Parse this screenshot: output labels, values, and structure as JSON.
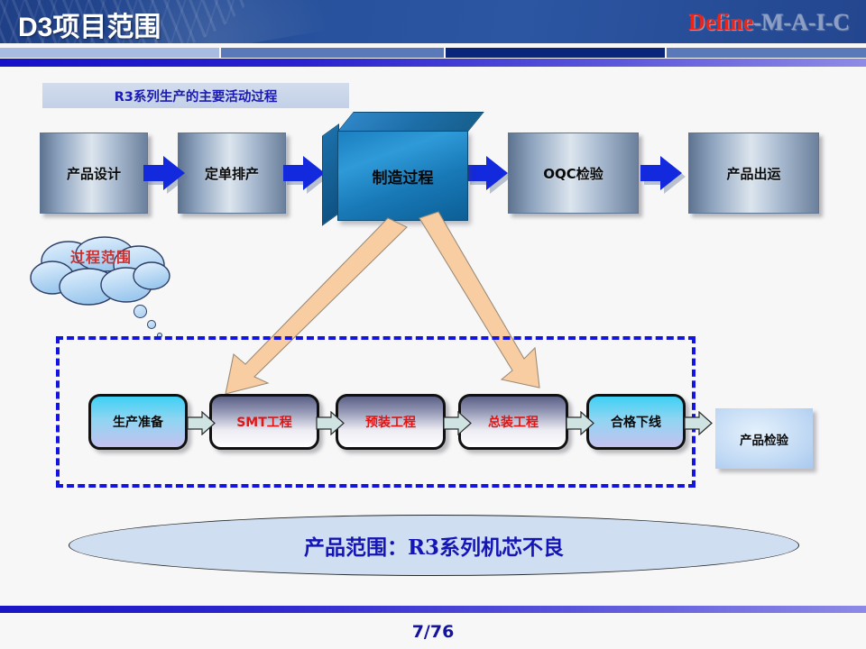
{
  "header": {
    "title": "D3项目范围",
    "maic_primary": "Define",
    "maic_rest": "-M-A-I-C",
    "accent_red": "#e8251b",
    "header_blue": "#27519c"
  },
  "subtitle": {
    "text": "R3系列生产的主要活动过程"
  },
  "top_flow": {
    "boxes": [
      {
        "label": "产品设计"
      },
      {
        "label": "定单排产"
      },
      {
        "label": "OQC检验"
      },
      {
        "label": "产品出运"
      }
    ],
    "center_process": {
      "label": "制造过程"
    },
    "arrow_icon": "right-chevron-arrow-icon",
    "arrow_color": "#1229dd"
  },
  "callout": {
    "label": "过程范围",
    "text_color": "#c83232",
    "icon": "thought-cloud-icon"
  },
  "scope_region": {
    "border_color": "#1414e0",
    "border_style": "dashed",
    "steps": [
      {
        "label": "生产准备",
        "style": "cyan"
      },
      {
        "label": "SMT工程",
        "style": "grey"
      },
      {
        "label": "预装工程",
        "style": "grey"
      },
      {
        "label": "总装工程",
        "style": "grey"
      },
      {
        "label": "合格下线",
        "style": "cyan"
      }
    ],
    "connector_icon": "pale-chevron-arrow-icon",
    "external_box": {
      "label": "产品检验"
    }
  },
  "diagonal_arrows": {
    "color": "#f7c79a",
    "icon": "diagonal-arrow-icon",
    "from": "制造过程",
    "to": [
      "SMT工程",
      "总装工程"
    ]
  },
  "summary": {
    "text": "产品范围：R3系列机芯不良",
    "text_color": "#1515b5"
  },
  "footer": {
    "page": "7/76"
  }
}
